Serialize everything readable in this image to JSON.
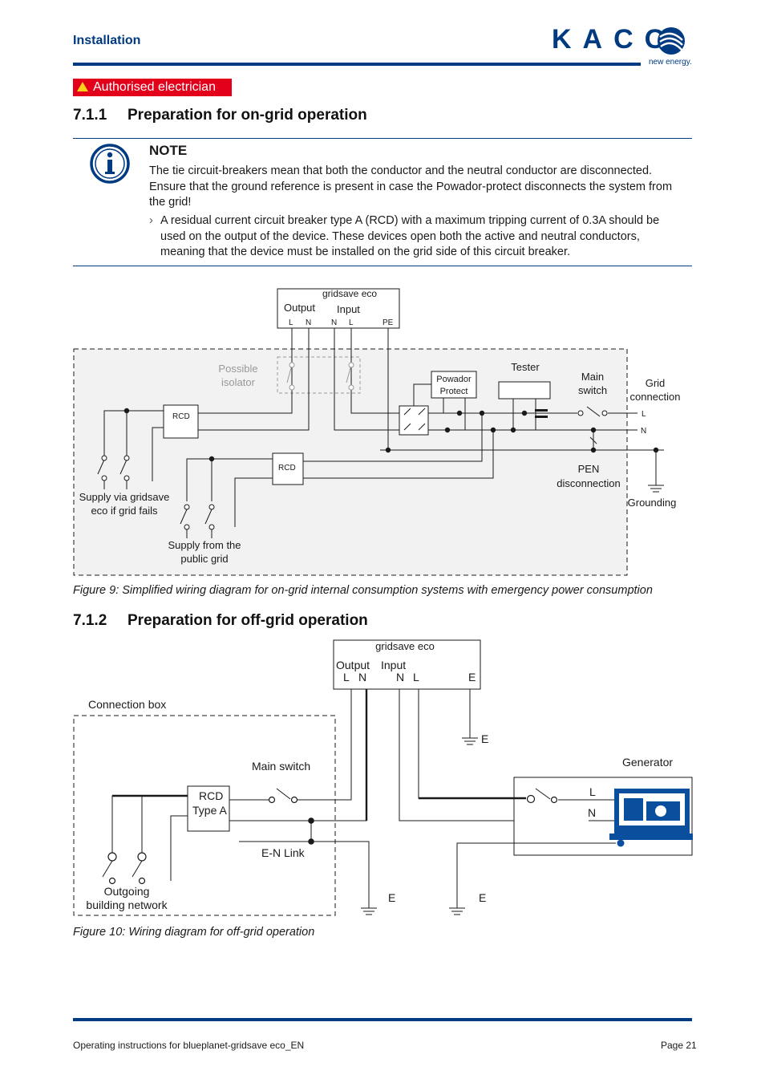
{
  "header": {
    "section": "Installation",
    "logo": "KACO",
    "logo_tagline": "new energy."
  },
  "badge": {
    "label": "Authorised electrician",
    "icon": "warning-icon",
    "color": "#e3001b"
  },
  "section1": {
    "number": "7.1.1",
    "title": "Preparation for on-grid operation",
    "note": {
      "icon": "info-icon",
      "title": "NOTE",
      "text": "The tie circuit-breakers mean that both the conductor and the neutral conductor are disconnected. Ensure that the ground reference is present in case the Powador-protect disconnects the system from the grid!",
      "bullet": "A residual current circuit breaker type A (RCD) with a maximum tripping current of 0.3A should be used on the output of the device. These devices open both the active and neutral conductors, meaning that the device must be installed on the grid side of this circuit breaker."
    }
  },
  "figure9": {
    "gridsave": "gridsave eco",
    "output": "Output",
    "input": "Input",
    "L1": "L",
    "N1": "N",
    "N2": "N",
    "L2": "L",
    "PE": "PE",
    "isolator1": "Possible",
    "isolator2": "isolator",
    "powador1": "Powador",
    "powador2": "Protect",
    "tester": "Tester",
    "main_switch1": "Main",
    "main_switch2": "switch",
    "grid1": "Grid",
    "grid2": "connection",
    "line_L": "L",
    "line_N": "N",
    "rcd1": "RCD",
    "rcd2": "RCD",
    "pen1": "PEN",
    "pen2": "disconnection",
    "grounding": "Grounding",
    "supply_gs1": "Supply via gridsave",
    "supply_gs2": "eco if grid fails",
    "supply_pub1": "Supply from the",
    "supply_pub2": "public grid",
    "caption": "Figure 9:   Simplified wiring diagram for on-grid internal consumption systems with emergency power consumption"
  },
  "section2": {
    "number": "7.1.2",
    "title": "Preparation for off-grid operation"
  },
  "figure10": {
    "gridsave": "gridsave eco",
    "output": "Output",
    "input": "Input",
    "L1": "L",
    "N1": "N",
    "N2": "N",
    "L2": "L",
    "E_top": "E",
    "connection_box": "Connection box",
    "main_switch": "Main switch",
    "rcd1": "RCD",
    "rcd2": "Type A",
    "en_link": "E-N Link",
    "outgoing1": "Outgoing",
    "outgoing2": "building network",
    "E1": "E",
    "E2": "E",
    "E3": "E",
    "generator": "Generator",
    "gen_L": "L",
    "gen_N": "N",
    "caption": "Figure 10: Wiring diagram for off-grid operation"
  },
  "footer": {
    "doc": "Operating instructions for blueplanet-gridsave eco_EN",
    "page": "Page 21"
  }
}
